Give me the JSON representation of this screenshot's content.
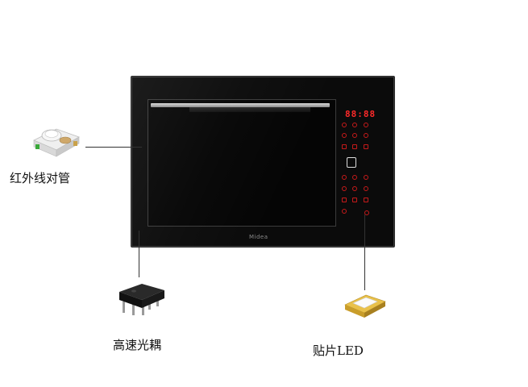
{
  "labels": {
    "ir_sensor": "红外线对管",
    "optocoupler": "高速光耦",
    "smd_led": "贴片LED"
  },
  "oven": {
    "brand": "Midea",
    "display": "88:88"
  },
  "colors": {
    "panel": "#0b0b0b",
    "indicator_red": "#c71a1a",
    "display_red": "#ff2a2a",
    "handle": "#c8c8c8"
  }
}
